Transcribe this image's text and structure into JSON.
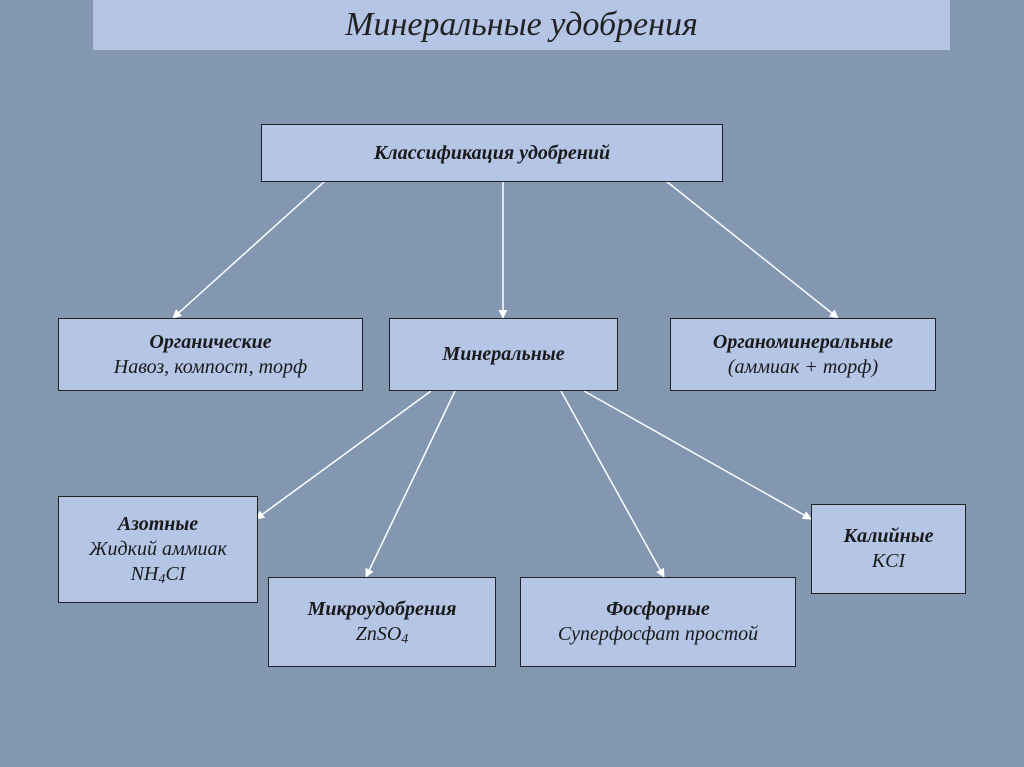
{
  "title": "Минеральные удобрения",
  "root": {
    "label": "Классификация удобрений"
  },
  "level1": [
    {
      "id": "organic",
      "label": "Органические",
      "detail": "Навоз, компост, торф"
    },
    {
      "id": "mineral",
      "label": "Минеральные"
    },
    {
      "id": "organomineral",
      "label": "Органоминеральные",
      "detail": "(аммиак + торф)"
    }
  ],
  "level2": [
    {
      "id": "nitrogen",
      "label": "Азотные",
      "detail": "Жидкий аммиак",
      "formula_prefix": "NH",
      "formula_sub": "4",
      "formula_suffix": "CI"
    },
    {
      "id": "micro",
      "label": "Микроудобрения",
      "formula_prefix": "ZnSO",
      "formula_sub": "4"
    },
    {
      "id": "phosphorus",
      "label": "Фосфорные",
      "detail": "Суперфосфат простой"
    },
    {
      "id": "potassium",
      "label": "Калийные",
      "formula_prefix": "KCI"
    }
  ],
  "colors": {
    "background": "#8397b1",
    "box_fill": "#b4c5e6",
    "box_border": "#222222",
    "arrow": "#ffffff"
  }
}
